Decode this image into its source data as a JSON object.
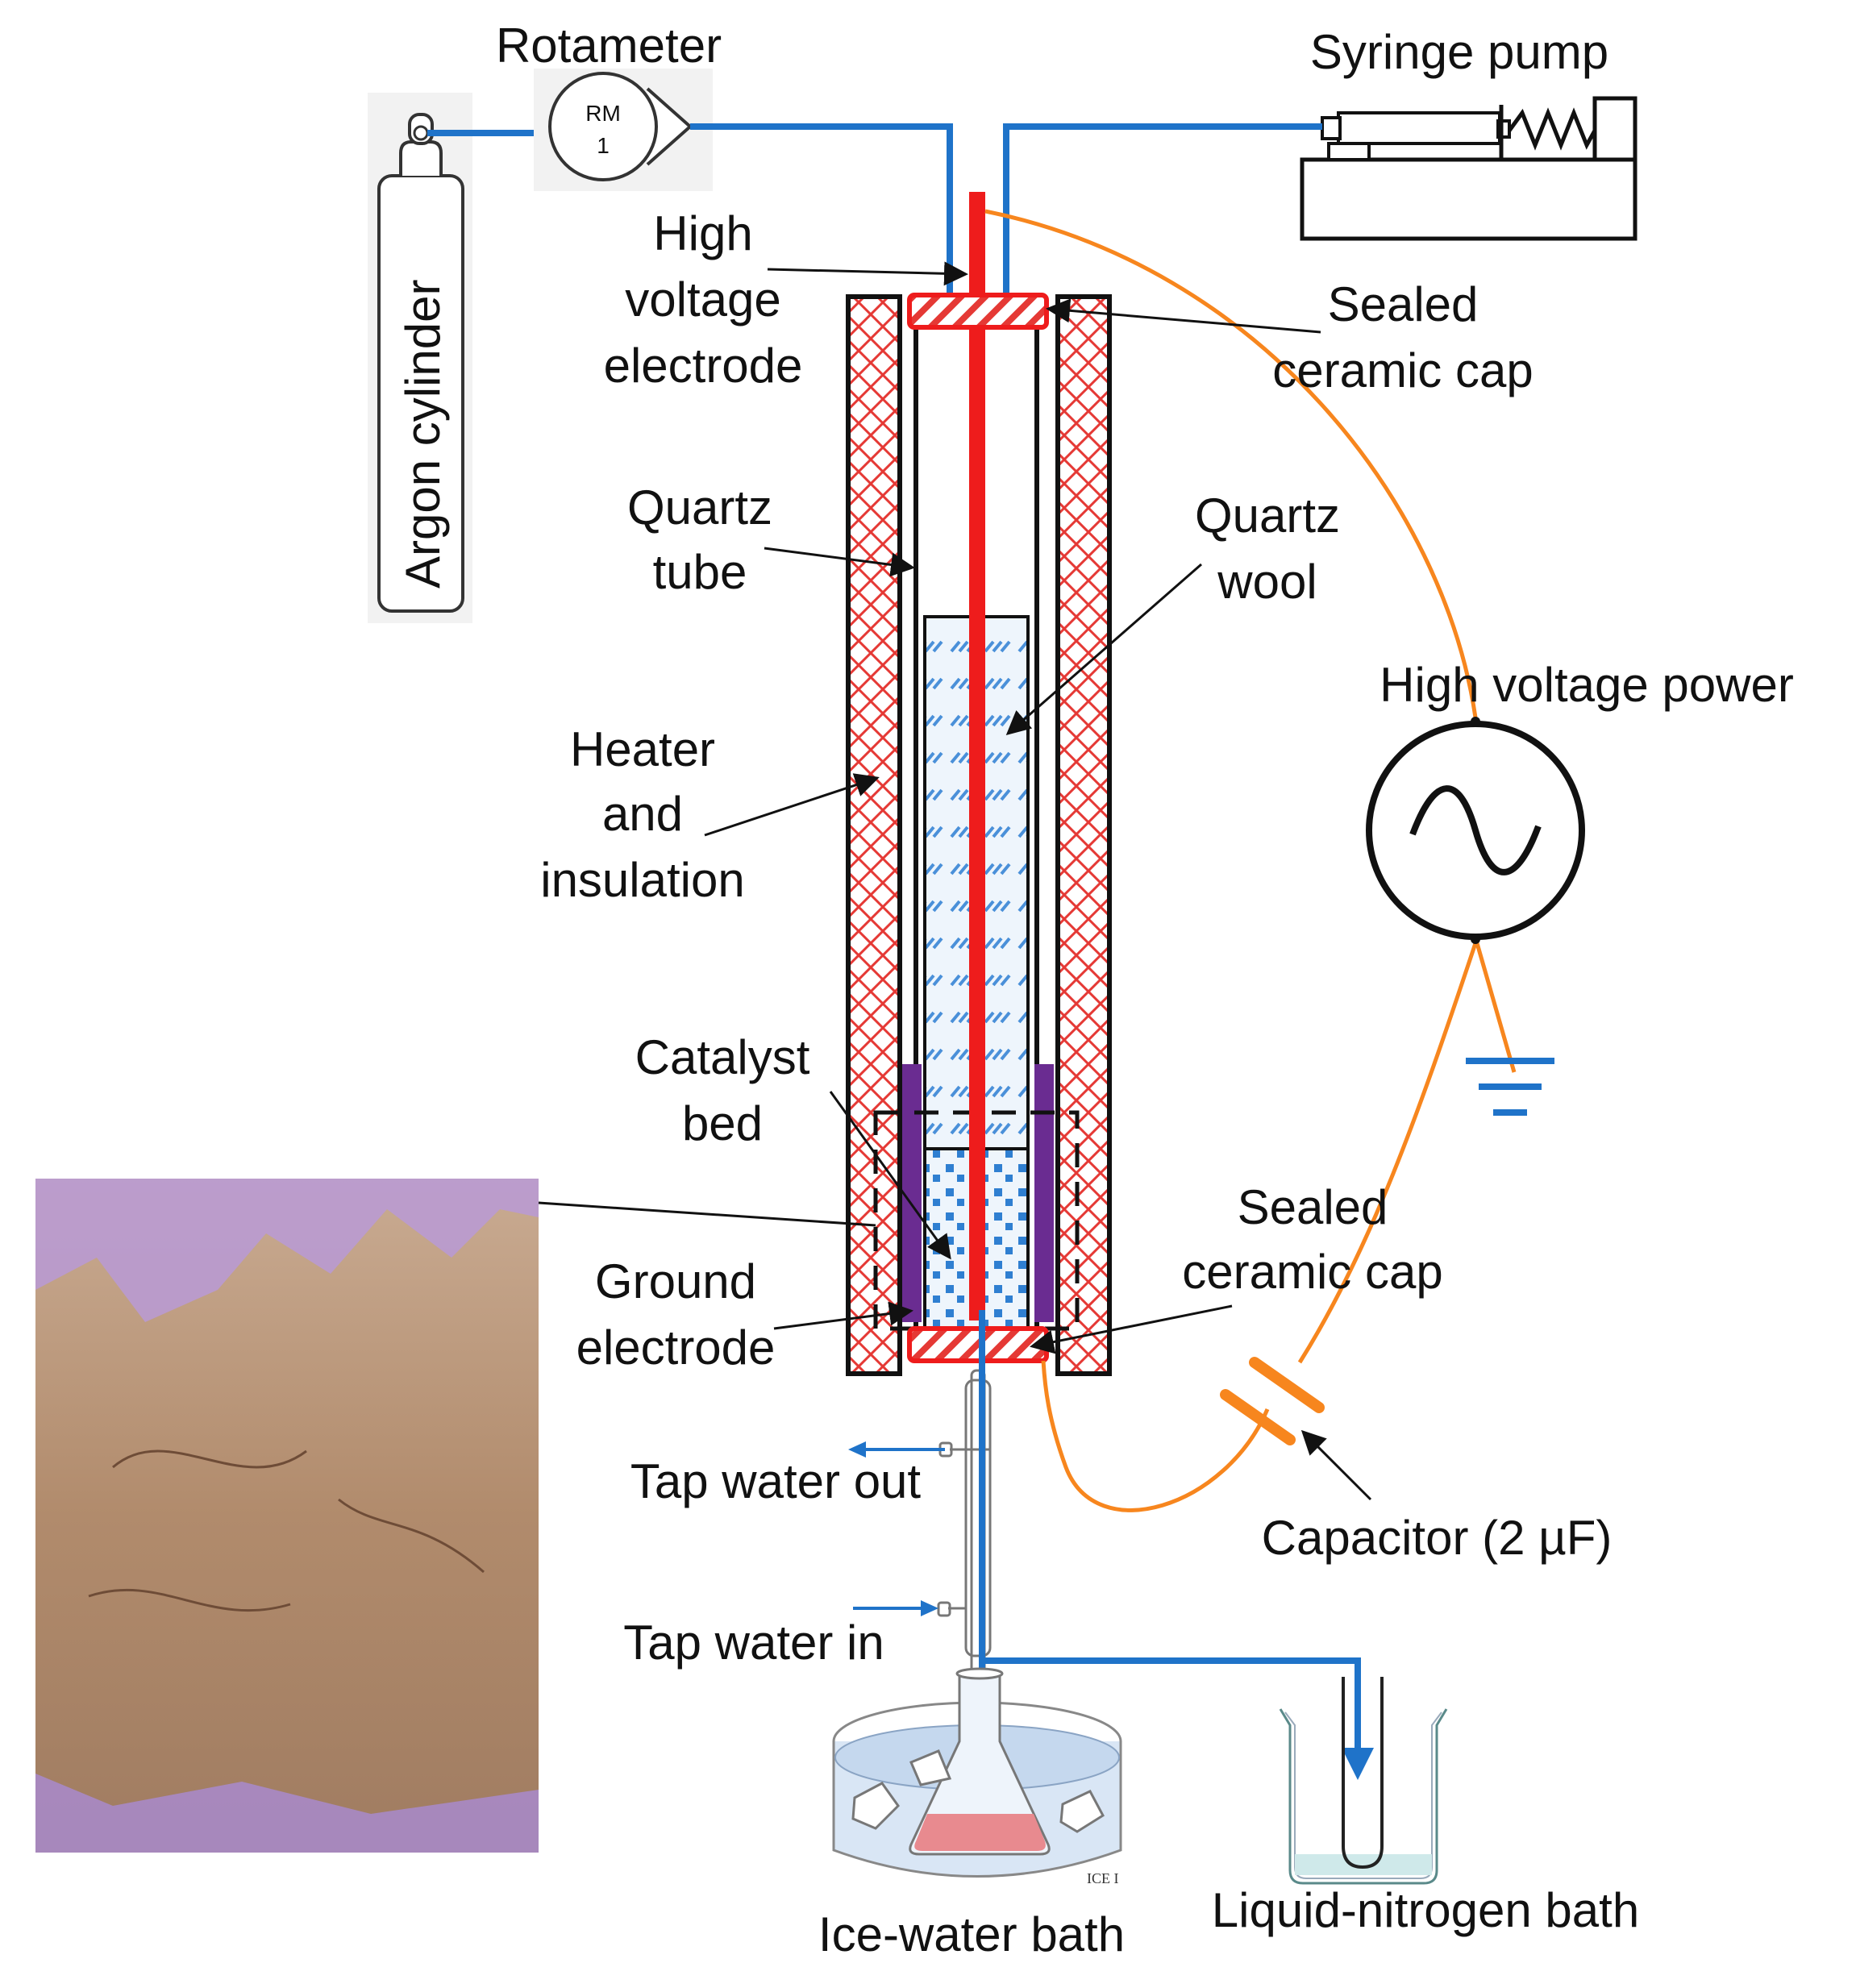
{
  "labels": {
    "rotameter": "Rotameter",
    "rotameter_badge_line1": "RM",
    "rotameter_badge_line2": "1",
    "syringe_pump": "Syringe pump",
    "argon_cylinder": "Argon cylinder",
    "hv_electrode_l1": "High",
    "hv_electrode_l2": "voltage",
    "hv_electrode_l3": "electrode",
    "top_cap_l1": "Sealed",
    "top_cap_l2": "ceramic cap",
    "quartz_tube_l1": "Quartz",
    "quartz_tube_l2": "tube",
    "quartz_wool_l1": "Quartz",
    "quartz_wool_l2": "wool",
    "hv_power": "High voltage power",
    "heater_l1": "Heater",
    "heater_l2": "and",
    "heater_l3": "insulation",
    "catalyst_l1": "Catalyst",
    "catalyst_l2": "bed",
    "bottom_cap_l1": "Sealed",
    "bottom_cap_l2": "ceramic cap",
    "ground_l1": "Ground",
    "ground_l2": "electrode",
    "tap_out": "Tap water out",
    "tap_in": "Tap water in",
    "capacitor": "Capacitor (2 µF)",
    "ice_bath": "Ice-water bath",
    "ice_tag": "ICE I",
    "ln2_bath": "Liquid-nitrogen bath"
  },
  "colors": {
    "gas_line": "#1f73c9",
    "electrode": "#ee1c1c",
    "power_wire": "#f7861e",
    "ground_electrode": "#6a2c91",
    "heater_pattern": "#e53935",
    "catalyst": "#2f7fd1",
    "wool": "#4a90d9"
  }
}
